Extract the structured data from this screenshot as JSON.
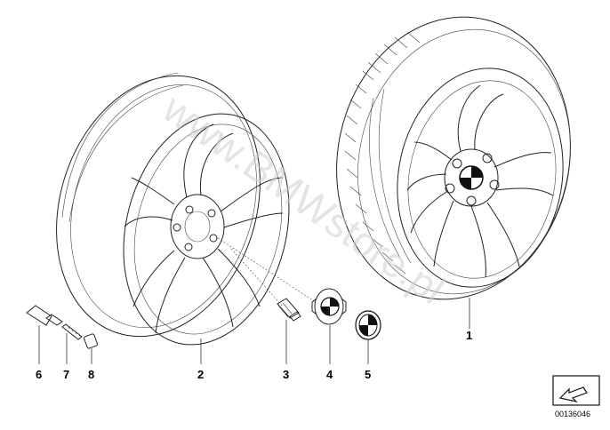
{
  "watermark": "www.BMWstore.pl",
  "callouts": [
    {
      "id": "1",
      "label": "1"
    },
    {
      "id": "2",
      "label": "2"
    },
    {
      "id": "3",
      "label": "3"
    },
    {
      "id": "4",
      "label": "4"
    },
    {
      "id": "5",
      "label": "5"
    },
    {
      "id": "6",
      "label": "6"
    },
    {
      "id": "7",
      "label": "7"
    },
    {
      "id": "8",
      "label": "8"
    }
  ],
  "diagram_ref": "00136046",
  "icons": {
    "logo": "bmw-roundel-icon",
    "nav": "arrow-icon"
  }
}
